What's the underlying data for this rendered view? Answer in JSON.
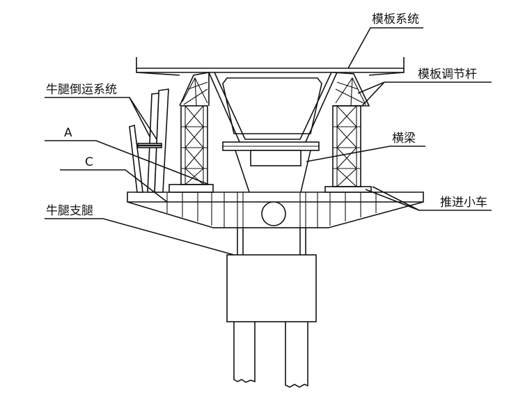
{
  "labels": {
    "formwork_system": "模板系统",
    "formwork_adjust_rod": "模板调节杆",
    "bracket_transfer_system": "牛腿倒运系统",
    "label_a": "A",
    "label_c": "C",
    "crossbeam": "横梁",
    "push_trolley": "推进小车",
    "bracket_support": "牛腿支腿"
  }
}
